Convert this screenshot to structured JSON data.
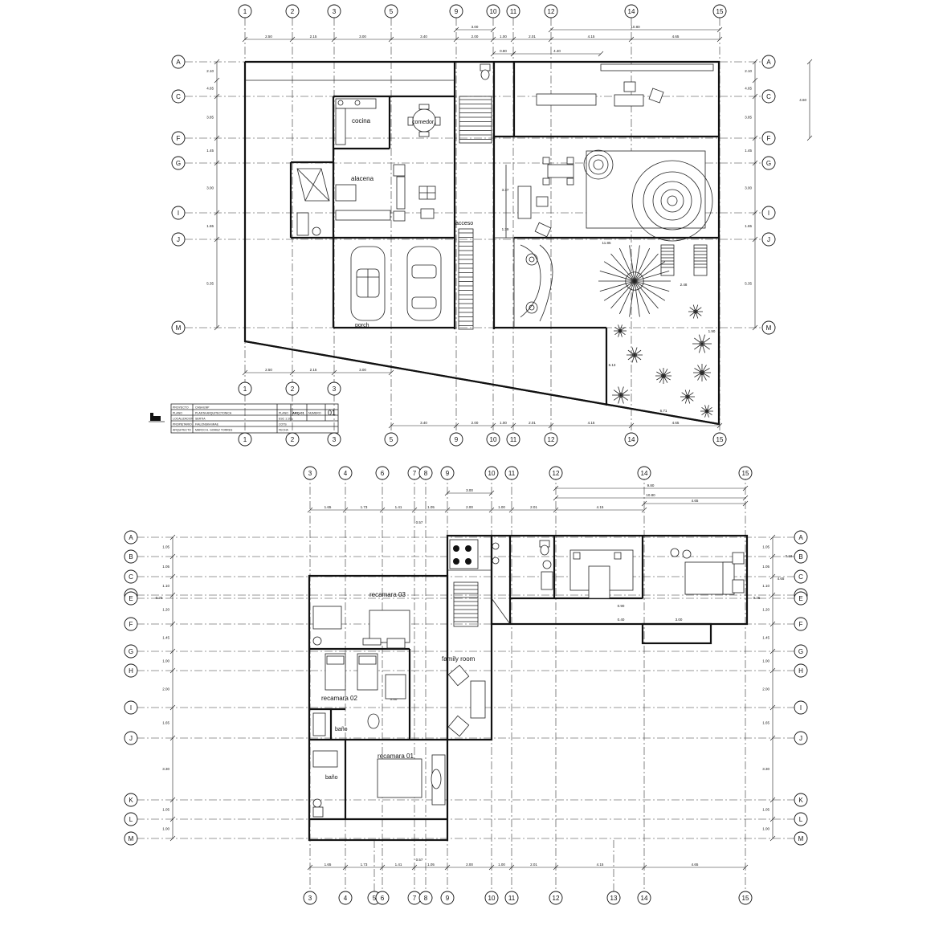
{
  "sheet": {
    "title_block": {
      "rows": [
        {
          "label": "PROYECTO",
          "value": "CASA ENP"
        },
        {
          "label": "PLANO",
          "value": "PLANTA ARQUITECTONICA"
        },
        {
          "label": "LOCALIZACION",
          "value": "SERTIA"
        },
        {
          "label": "PROPIETARIO",
          "value": "FIALONSKA MIAE"
        },
        {
          "label": "ARQUITECTO",
          "value": "MARCO A. GOMEZ TORRES"
        }
      ],
      "plano_label": "PLANO",
      "plano_code": "ARQ-01",
      "numero_label": "NUMERO",
      "numero": "01",
      "scale": "ESC 1:100",
      "units": "COTS",
      "date": "FECHA"
    }
  },
  "upper_plan": {
    "axes_top": [
      "1",
      "2",
      "3",
      "5",
      "9",
      "10",
      "11",
      "12",
      "14",
      "15"
    ],
    "axes_rows": [
      "A",
      "C",
      "F",
      "G",
      "I",
      "J",
      "M"
    ],
    "dims_top_row1": [
      "3.00",
      "10.80"
    ],
    "dims_top_row2": [
      "2.50",
      "2.15",
      "3.00",
      "3.40",
      "2.00",
      "1.00",
      "2.01",
      "4.15",
      "4.65"
    ],
    "dims_top_row3": [
      "0.80",
      "4.40"
    ],
    "dims_left": [
      "2.10",
      "4.65",
      "3.85",
      "1.45",
      "3.00",
      "1.65",
      "5.35"
    ],
    "dims_right": [
      "2.10",
      "4.65",
      "3.85",
      "1.45",
      "3.00",
      "1.65",
      "5.35"
    ],
    "dim_right_total": "4.60",
    "dims_bottom_left": [
      "2.50",
      "2.15",
      "3.00"
    ],
    "dims_bottom": [
      "3.40",
      "2.00",
      "1.00",
      "2.01",
      "4.15",
      "4.65"
    ],
    "inner_dims": [
      "3.37",
      "1.39",
      "11.85",
      "2.48",
      "6.13",
      "1.90",
      "6.71"
    ],
    "rooms": {
      "kitchen": "cocina",
      "dining": "comedor",
      "pantry": "alacena",
      "entry": "acceso",
      "porch": "porch"
    }
  },
  "lower_plan": {
    "axes_top": [
      "3",
      "4",
      "6",
      "7",
      "8",
      "9",
      "10",
      "11",
      "12",
      "14",
      "15"
    ],
    "axes_bottom": [
      "3",
      "4",
      "5",
      "6",
      "7",
      "8",
      "9",
      "10",
      "11",
      "12",
      "13",
      "14",
      "15"
    ],
    "axes_rows": [
      "A",
      "B",
      "C",
      "D",
      "E",
      "F",
      "G",
      "H",
      "I",
      "J",
      "K",
      "L",
      "M"
    ],
    "dims_top_row1": [
      "3.00",
      "9.80"
    ],
    "dims_top_row2": [
      "10.80",
      "4.65"
    ],
    "dims_top_row3": [
      "1.65",
      "1.73",
      "1.41",
      "1.05",
      "2.00",
      "1.00",
      "2.01",
      "4.15"
    ],
    "dims_top_extra": "0.57",
    "dims_left": [
      "1.05",
      "1.05",
      "1.10",
      "1.20",
      "1.45",
      "1.00",
      "2.00",
      "1.65",
      "3.30",
      "1.05",
      "1.00"
    ],
    "dims_right": [
      "1.05",
      "1.05",
      "1.10",
      "1.20",
      "1.45",
      "1.00",
      "2.00",
      "1.65",
      "3.30",
      "1.05",
      "1.00"
    ],
    "dim_left_small": "0.25",
    "dim_right_small": "0.25",
    "dim_right_mid": "0.19",
    "dim_right_total": "4.65",
    "dims_bottom": [
      "1.65",
      "1.73",
      "1.41",
      "1.05",
      "2.00",
      "1.00",
      "2.01",
      "4.15",
      "4.65"
    ],
    "dims_bottom_extra": "0.57",
    "inner_dims": [
      "0.90",
      "0.40",
      "3.00",
      "0.80"
    ],
    "rooms": {
      "bed3": "recamara 03",
      "bed2": "recamara 02",
      "bed1": "recamara 01",
      "bath_a": "baño",
      "bath_b": "baño",
      "family": "family room"
    }
  }
}
